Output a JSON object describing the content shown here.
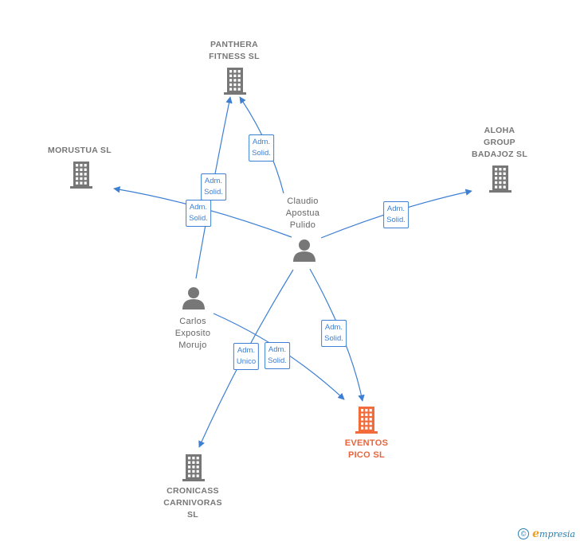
{
  "nodes": {
    "panthera": {
      "type": "company",
      "lines": [
        "PANTHERA",
        "FITNESS  SL"
      ]
    },
    "morustua": {
      "type": "company",
      "lines": [
        "MORUSTUA  SL"
      ]
    },
    "aloha": {
      "type": "company",
      "lines": [
        "ALOHA",
        "GROUP",
        "BADAJOZ  SL"
      ]
    },
    "claudio": {
      "type": "person",
      "lines": [
        "Claudio",
        "Apostua",
        "Pulido"
      ]
    },
    "carlos": {
      "type": "person",
      "lines": [
        "Carlos",
        "Exposito",
        "Morujo"
      ]
    },
    "eventos": {
      "type": "focus-company",
      "lines": [
        "EVENTOS",
        "PICO  SL"
      ]
    },
    "cronicass": {
      "type": "company",
      "lines": [
        "CRONICASS",
        "CARNIVORAS",
        "SL"
      ]
    }
  },
  "edge_labels": {
    "claudio_panthera": [
      "Adm.",
      "Solid."
    ],
    "carlos_panthera": [
      "Adm.",
      "Solid."
    ],
    "claudio_morustua": [
      "Adm.",
      "Solid."
    ],
    "claudio_aloha": [
      "Adm.",
      "Solid."
    ],
    "claudio_eventos": [
      "Adm.",
      "Solid."
    ],
    "claudio_cronicass": [
      "Adm.",
      "Unico"
    ],
    "carlos_eventos": [
      "Adm.",
      "Solid."
    ]
  },
  "colors": {
    "edge": "#3d7fd3",
    "company_icon": "#777777",
    "focus_icon": "#f26b3a",
    "person_icon": "#777777"
  },
  "footer": {
    "copyright_symbol": "©",
    "brand_initial": "e",
    "brand_rest": "mpresia"
  }
}
